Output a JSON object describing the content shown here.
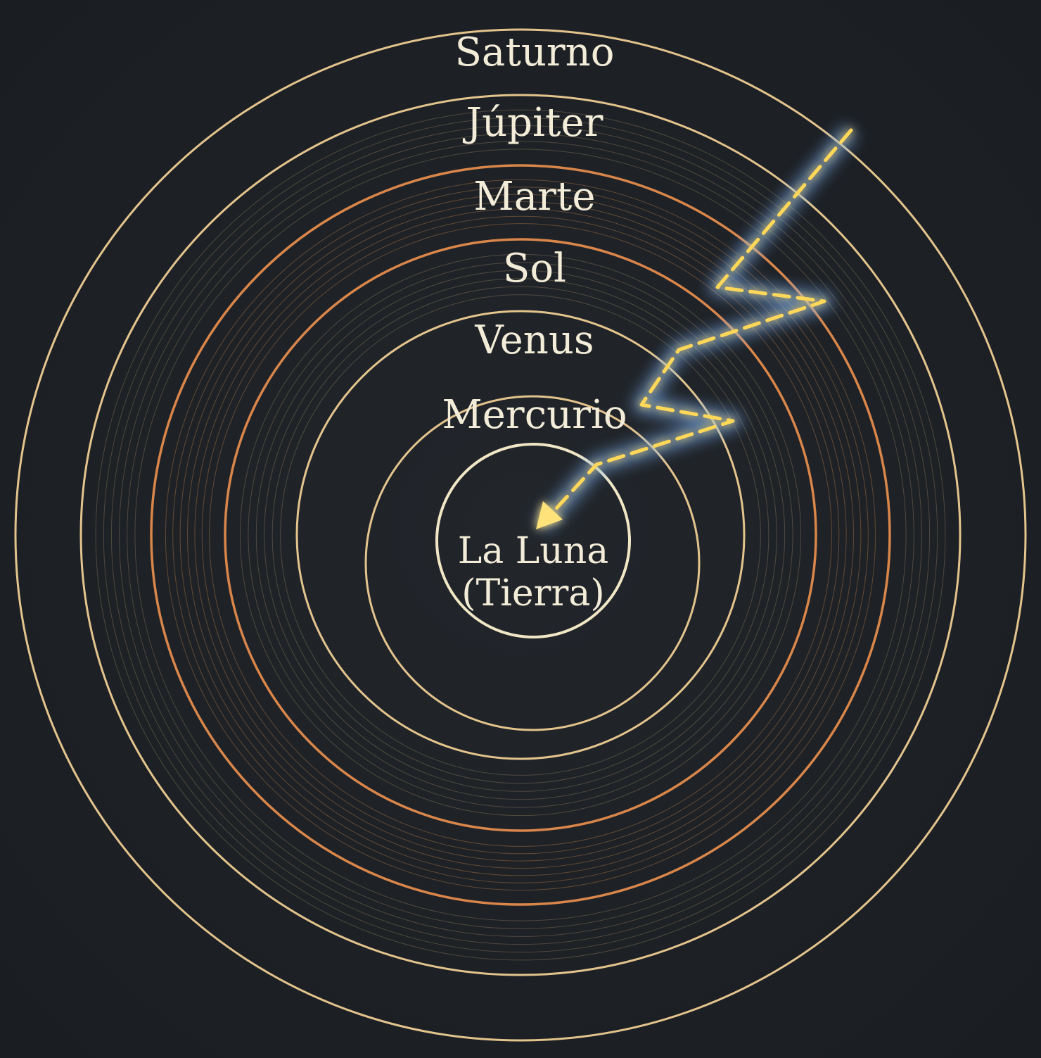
{
  "diagram": {
    "spheres": [
      {
        "label": "Saturno",
        "color": "#e3c48d"
      },
      {
        "label": "Júpiter",
        "color": "#e3c48d"
      },
      {
        "label": "Marte",
        "color": "#d9864a"
      },
      {
        "label": "Sol",
        "color": "#d9864a"
      },
      {
        "label": "Venus",
        "color": "#e3c48d"
      },
      {
        "label": "Mercurio",
        "color": "#e3c48d"
      }
    ],
    "center": {
      "line1": "La Luna",
      "line2": "(Tierra)",
      "color": "#f1e7c6"
    },
    "path_color": "#ffd85a",
    "glow_color": "#7fb6ff",
    "background": "#1d2024"
  }
}
